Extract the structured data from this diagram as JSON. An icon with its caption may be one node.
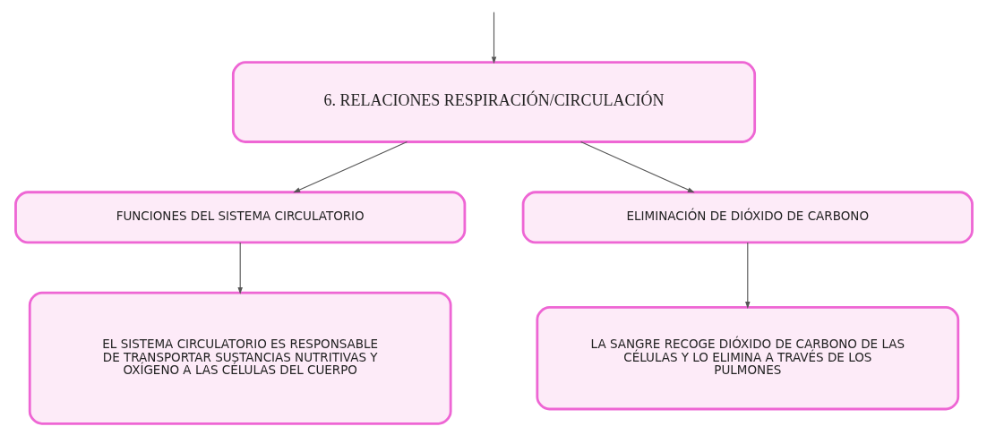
{
  "diagram": {
    "nodes": [
      {
        "text": [
          "6. RELACIONES RESPIRACIÓN/CIRCULACIÓN"
        ]
      },
      {
        "text": [
          "FUNCIONES DEL SISTEMA CIRCULATORIO"
        ]
      },
      {
        "text": [
          "ELIMINACIÓN DE DIÓXIDO DE CARBONO"
        ]
      },
      {
        "text": [
          "EL SISTEMA CIRCULATORIO ES RESPONSABLE DE TRANSPORTAR SUSTANCIAS NUTRITIVAS Y OXÍGENO A LAS CÉLULAS DEL CUERPO"
        ]
      },
      {
        "text": [
          "LA SANGRE RECOGE DIÓXIDO DE CARBONO DE LAS CÉLULAS Y LO ELIMINA A TRAVÉS DE LOS PULMONES"
        ]
      }
    ],
    "edges": [
      {
        "from": null,
        "to": 0,
        "arrow": "to"
      },
      {
        "from": 0,
        "to": 1,
        "arrow": "to"
      },
      {
        "from": 0,
        "to": 2,
        "arrow": "to"
      },
      {
        "from": 1,
        "to": 3,
        "arrow": "to"
      },
      {
        "from": 2,
        "to": 4,
        "arrow": "to"
      }
    ]
  }
}
